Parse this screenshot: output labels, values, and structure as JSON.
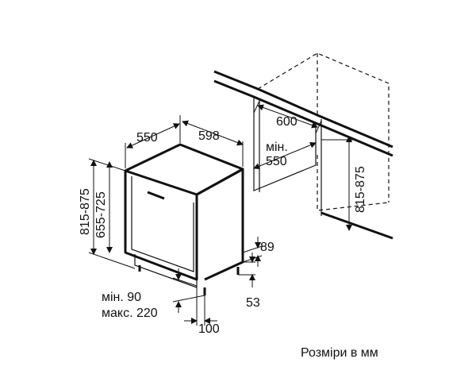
{
  "labels": {
    "depth_550": "550",
    "width_598": "598",
    "niche_600": "600",
    "min_label": "мін.",
    "niche_depth_550": "550",
    "height_left_outer": "815-875",
    "height_left_inner": "655-725",
    "height_niche": "815-875",
    "dim_89": "89",
    "dim_53": "53",
    "plinth_min": "мін. 90",
    "plinth_max": "макс. 220",
    "dim_100": "100"
  },
  "caption": "Розміри в мм"
}
